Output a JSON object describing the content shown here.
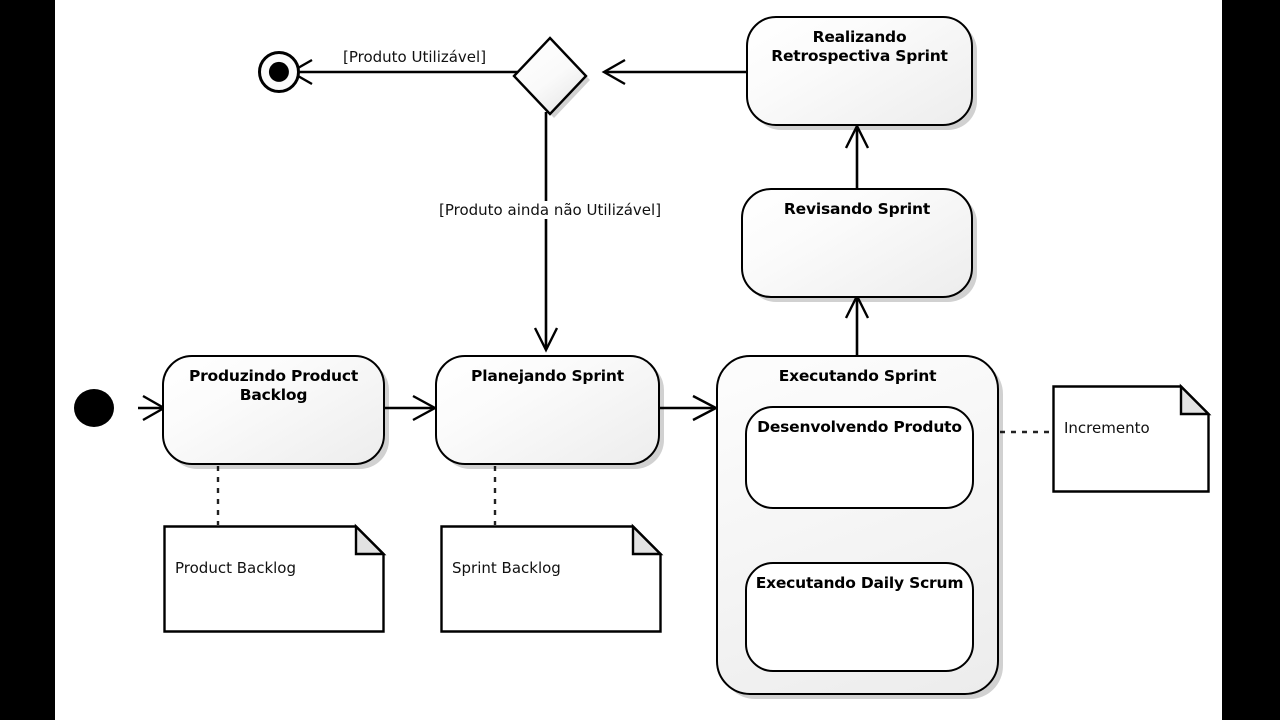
{
  "diagram": {
    "type": "uml-activity-diagram",
    "title_visible": false,
    "background": "#ffffff",
    "letterbox_color": "#000000",
    "line_color": "#000000",
    "node_fill_top": "#ffffff",
    "node_fill_bottom": "#ececec",
    "note_fold_fill": "#e0e0e0"
  },
  "nodes": {
    "initial": {
      "name": "initial-node"
    },
    "final": {
      "name": "final-node"
    },
    "decision": {
      "name": "decision-node"
    },
    "produzindo": {
      "label": "Produzindo Product Backlog"
    },
    "planejando": {
      "label": "Planejando Sprint"
    },
    "executando": {
      "label": "Executando Sprint"
    },
    "desenvolvendo": {
      "label": "Desenvolvendo Produto"
    },
    "daily": {
      "label": "Executando Daily Scrum"
    },
    "revisando": {
      "label": "Revisando Sprint"
    },
    "retrospectiva": {
      "label": "Realizando Retrospectiva Sprint"
    }
  },
  "notes": {
    "product_backlog": {
      "label": "Product Backlog"
    },
    "sprint_backlog": {
      "label": "Sprint Backlog"
    },
    "incremento": {
      "label": "Incremento"
    }
  },
  "guards": {
    "utilizavel": "[Produto Utilizável]",
    "nao_utilizavel": "[Produto ainda não Utilizável]"
  }
}
